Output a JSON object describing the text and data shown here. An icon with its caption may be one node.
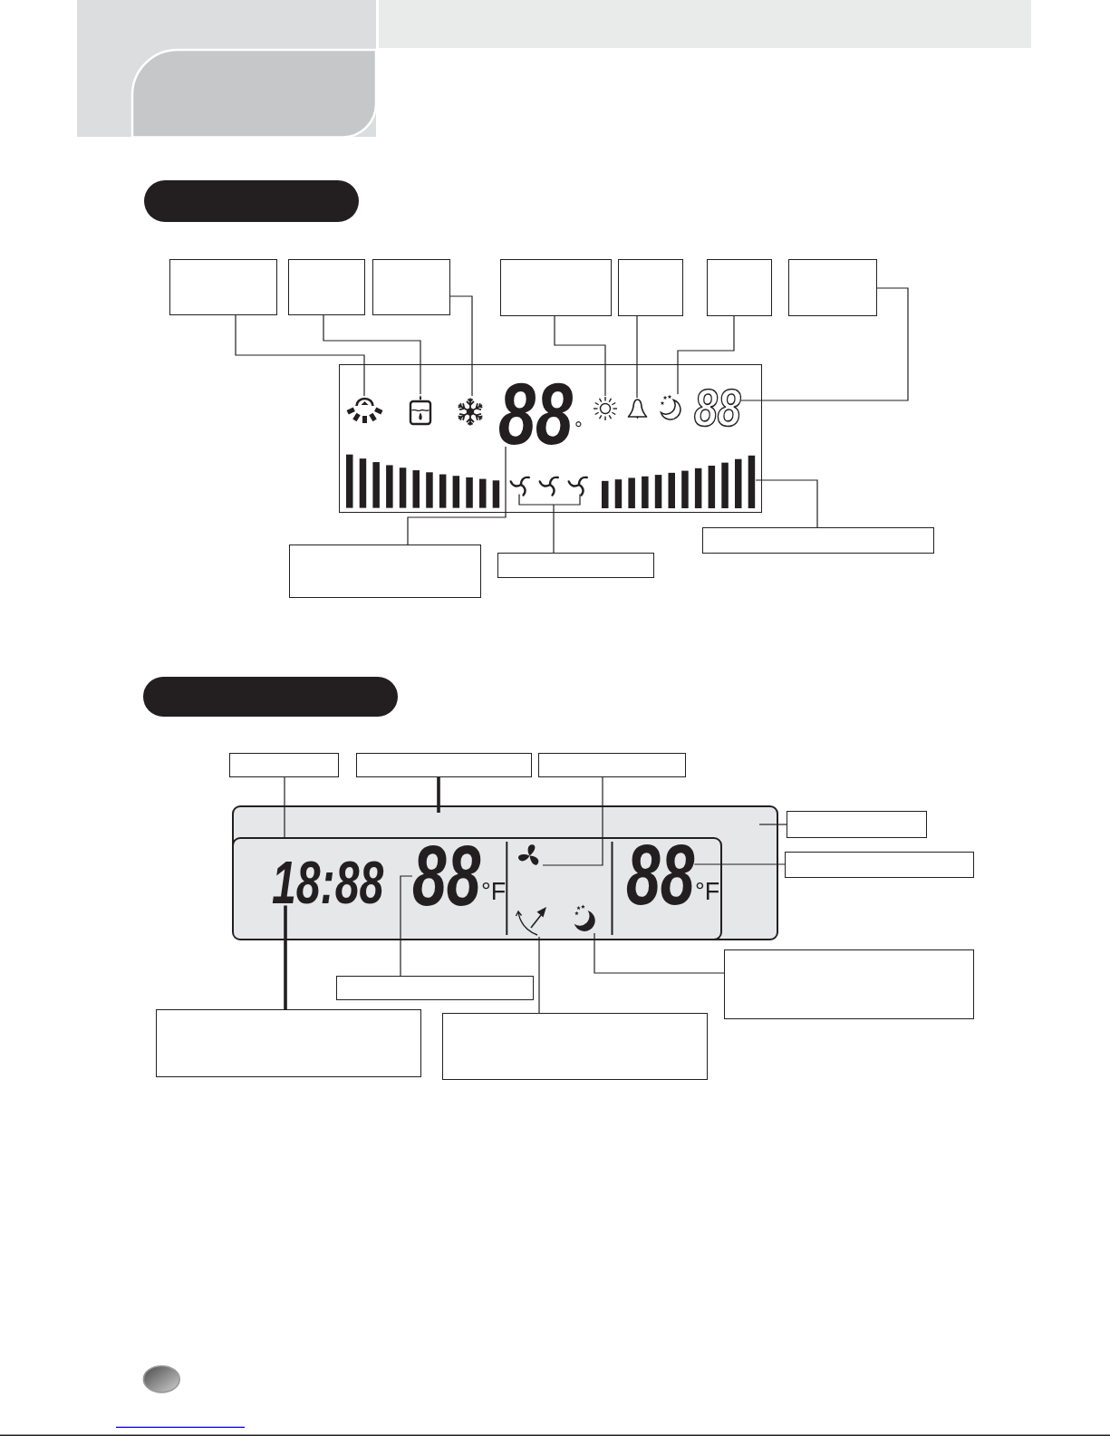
{
  "diagram": {
    "nodes": [
      {
        "text": [],
        "shape": "box"
      },
      {
        "text": [],
        "shape": "box"
      },
      {
        "text": [],
        "shape": "box"
      },
      {
        "text": [],
        "shape": "box"
      },
      {
        "text": [],
        "shape": "box"
      },
      {
        "text": [],
        "shape": "box"
      },
      {
        "text": [],
        "shape": "box"
      },
      {
        "text": [],
        "shape": "box"
      },
      {
        "text": [],
        "shape": "box"
      },
      {
        "text": [],
        "shape": "picture",
        "in": 8
      },
      {
        "text": [],
        "shape": "picture",
        "in": 8
      },
      {
        "text": [],
        "shape": "picture",
        "in": 8
      },
      {
        "text": [
          "88"
        ],
        "beside": [
          "°"
        ],
        "in": 8
      },
      {
        "text": [],
        "shape": "picture",
        "in": 8
      },
      {
        "text": [],
        "shape": "picture",
        "in": 8
      },
      {
        "text": [],
        "shape": "picture",
        "in": 8
      },
      {
        "text": [
          "88"
        ],
        "in": 8
      },
      {
        "text": [],
        "shape": "picture",
        "in": 8
      },
      {
        "text": [],
        "shape": "bar",
        "in": 8
      },
      {
        "text": [],
        "shape": "box"
      },
      {
        "text": [],
        "shape": "box"
      },
      {
        "text": [],
        "shape": "box"
      },
      {
        "text": [],
        "shape": "box"
      },
      {
        "text": [],
        "shape": "box"
      },
      {
        "text": [],
        "shape": "box"
      },
      {
        "text": [],
        "shape": "box"
      },
      {
        "text": [],
        "shape": "box"
      },
      {
        "text": [],
        "shape": "box",
        "in": 26
      },
      {
        "text": [
          "18:88"
        ],
        "in": 27
      },
      {
        "text": [
          "88"
        ],
        "beside": [
          "°F"
        ],
        "in": 27
      },
      {
        "text": [],
        "shape": "picture",
        "in": 27
      },
      {
        "text": [],
        "shape": "picture",
        "in": 27
      },
      {
        "text": [],
        "shape": "picture",
        "in": 27
      },
      {
        "text": [
          "88"
        ],
        "beside": [
          "°F"
        ],
        "in": 27
      },
      {
        "text": [],
        "shape": "box"
      },
      {
        "text": [],
        "shape": "box"
      },
      {
        "text": [],
        "shape": "box"
      },
      {
        "text": [],
        "shape": "box"
      },
      {
        "text": [],
        "shape": "box"
      },
      {
        "text": [],
        "shape": "box"
      }
    ],
    "edges": [
      {
        "from": 1,
        "to": 9,
        "arrow": "none"
      },
      {
        "from": 2,
        "to": 10,
        "arrow": "none"
      },
      {
        "from": 3,
        "to": 11,
        "arrow": "none"
      },
      {
        "from": 4,
        "to": 13,
        "arrow": "none"
      },
      {
        "from": 5,
        "to": 14,
        "arrow": "none"
      },
      {
        "from": 6,
        "to": 15,
        "arrow": "none"
      },
      {
        "from": 7,
        "to": 16,
        "arrow": "none"
      },
      {
        "from": 19,
        "to": 12,
        "arrow": "none"
      },
      {
        "from": 20,
        "to": 17,
        "arrow": "none"
      },
      {
        "from": 21,
        "to": 18,
        "arrow": "none"
      },
      {
        "from": 23,
        "to": 27,
        "arrow": "none"
      },
      {
        "from": 24,
        "to": 26,
        "arrow": "none",
        "style": "thick"
      },
      {
        "from": 25,
        "to": 30,
        "arrow": "none"
      },
      {
        "from": 34,
        "to": 26,
        "arrow": "none"
      },
      {
        "from": 35,
        "to": 33,
        "arrow": "none"
      },
      {
        "from": 36,
        "to": 29,
        "arrow": "none"
      },
      {
        "from": 37,
        "to": 28,
        "arrow": "none",
        "style": "thick"
      },
      {
        "from": 38,
        "to": 31,
        "arrow": "none"
      },
      {
        "from": 39,
        "to": 32,
        "arrow": "none"
      }
    ]
  }
}
